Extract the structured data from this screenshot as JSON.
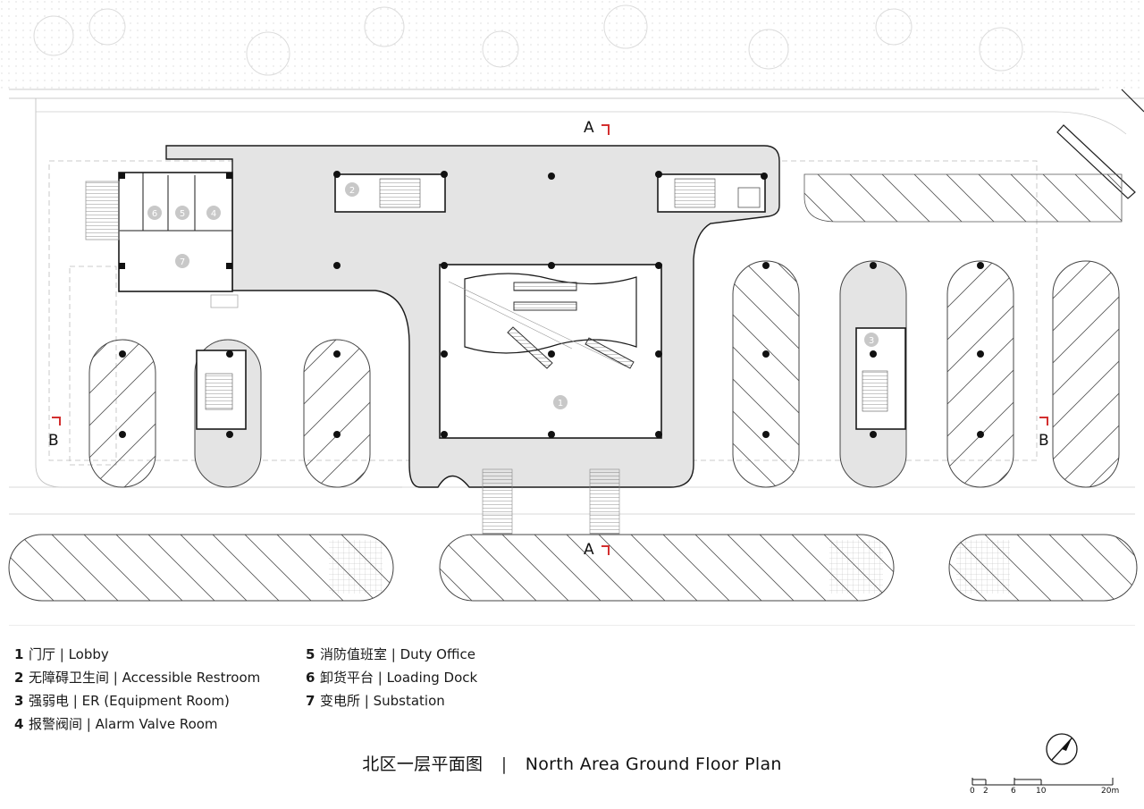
{
  "title": {
    "cn": "北区一层平面图",
    "separator": "|",
    "en": "North Area Ground Floor Plan"
  },
  "section_marks": {
    "a_top": "A",
    "a_bottom": "A",
    "b_left": "B",
    "b_right": "B"
  },
  "legend": {
    "column_left": [
      {
        "num": "1",
        "text": "门厅 | Lobby"
      },
      {
        "num": "2",
        "text": "无障碍卫生间 | Accessible Restroom"
      },
      {
        "num": "3",
        "text": "强弱电 | ER (Equipment Room)"
      },
      {
        "num": "4",
        "text": "报警阀间 | Alarm Valve Room"
      }
    ],
    "column_right": [
      {
        "num": "5",
        "text": "消防值班室 | Duty Office"
      },
      {
        "num": "6",
        "text": "卸货平台 | Loading Dock"
      },
      {
        "num": "7",
        "text": "变电所 | Substation"
      }
    ]
  },
  "room_tags": [
    "1",
    "2",
    "3",
    "4",
    "5",
    "6",
    "7"
  ],
  "scale_bar": {
    "labels": [
      "0",
      "2",
      "6",
      "10",
      "20m"
    ]
  },
  "colors": {
    "building_fill": "#e4e4e4",
    "line": "#1a1a1a",
    "section_accent": "#d32f2f",
    "tag_fill": "#c8c8c8"
  }
}
